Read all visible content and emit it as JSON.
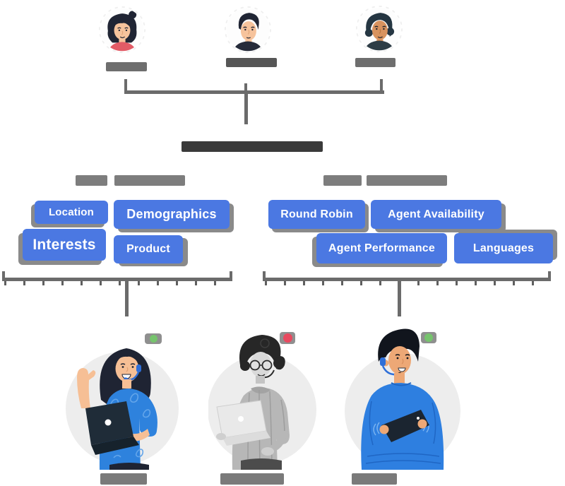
{
  "diagram": {
    "title_bar": "redacted",
    "leads": [
      {
        "id": "lead-1",
        "label_redacted": true
      },
      {
        "id": "lead-2",
        "label_redacted": true
      },
      {
        "id": "lead-3",
        "label_redacted": true
      }
    ],
    "lead_criteria": {
      "heading_redacted": true,
      "chips": [
        "Location",
        "Demographics",
        "Interests",
        "Product"
      ]
    },
    "routing_rules": {
      "heading_redacted": true,
      "chips": [
        "Round Robin",
        "Agent Availability",
        "Agent Performance",
        "Languages"
      ]
    },
    "agents": [
      {
        "id": "agent-1",
        "status": "online",
        "device": "laptop"
      },
      {
        "id": "agent-2",
        "status": "busy",
        "device": "laptop"
      },
      {
        "id": "agent-3",
        "status": "online",
        "device": "tablet"
      }
    ]
  },
  "icons": {
    "leads": [
      "woman-avatar-icon",
      "man-avatar-icon",
      "man-curly-avatar-icon"
    ],
    "agents": [
      "woman-headset-laptop-icon",
      "man-glasses-headset-laptop-icon",
      "man-headset-tablet-icon"
    ],
    "status": [
      "online-dot-icon",
      "busy-dot-icon",
      "online-dot-icon"
    ]
  },
  "colors": {
    "page_background": "#ffffff",
    "chip_blue": "#4b78e2",
    "chip_text": "#ffffff",
    "chip_shadow_gray": "#8a8a8a",
    "connector_gray": "#6b6b6b",
    "title_bar_dark": "#3a3a3a",
    "heading_bar_gray": "#7d7d7d",
    "avatar_label_gray": "#6e6e6e",
    "status_online_green": "#76c46d",
    "status_busy_red": "#e8495f",
    "figure_background": "#ededed",
    "figure_blue": "#2e82dd"
  }
}
